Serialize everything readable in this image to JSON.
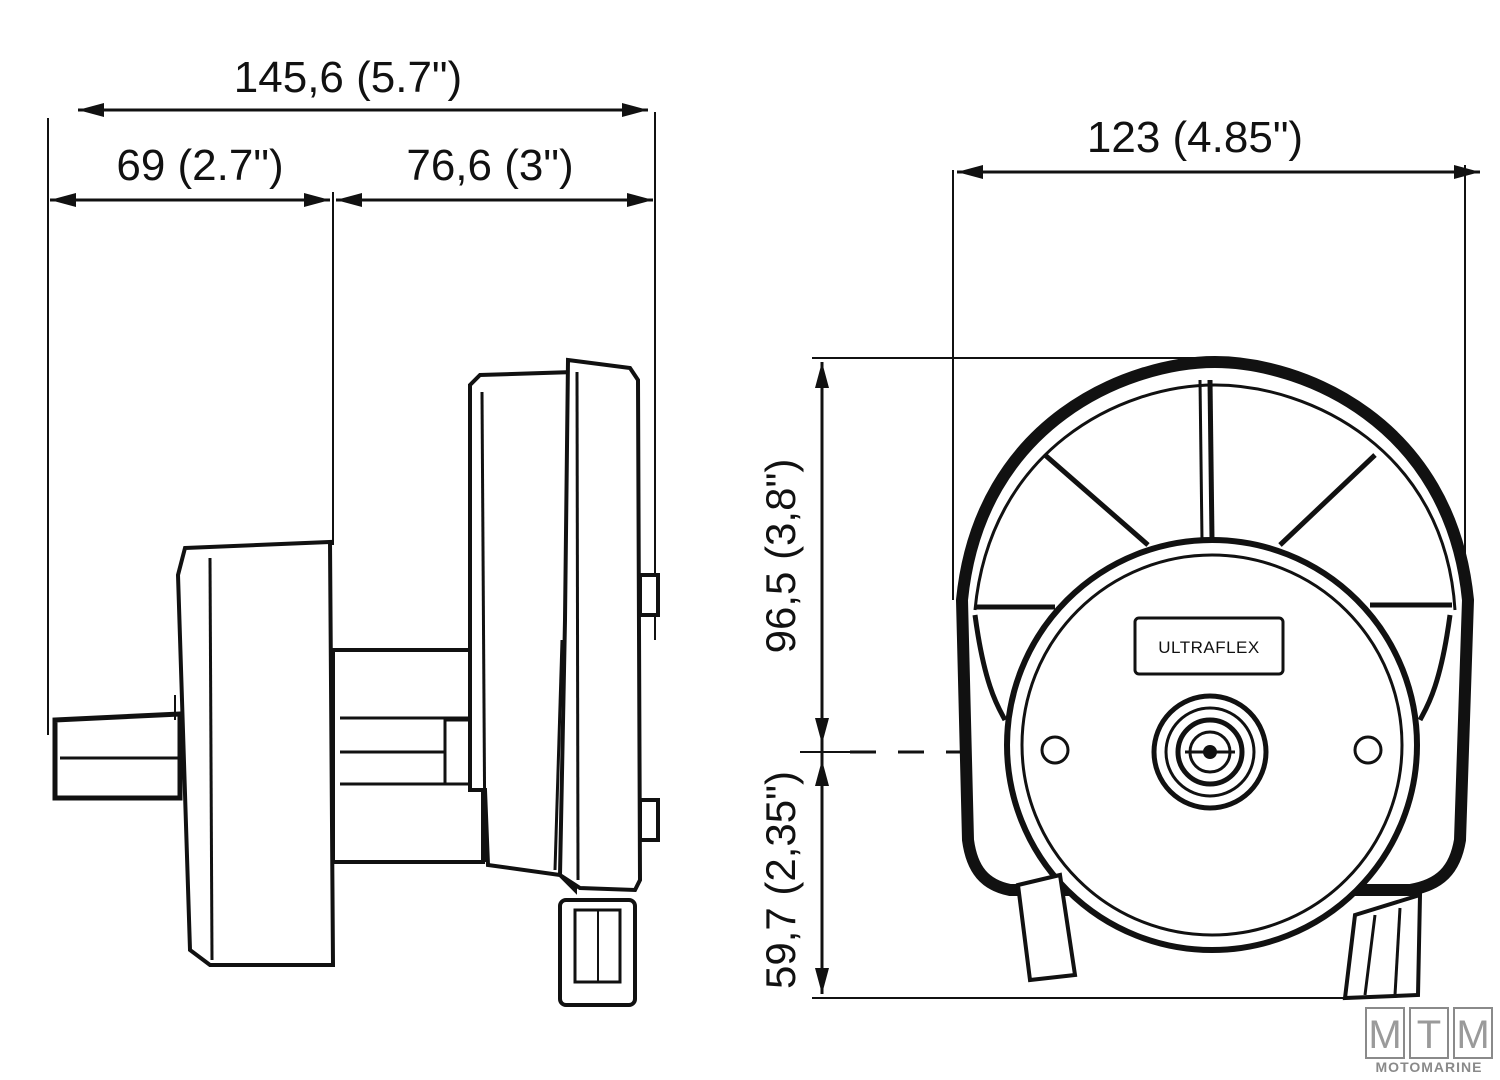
{
  "side_view": {
    "overall_width_label": "145,6 (5.7\")",
    "left_width_label": "69 (2.7\")",
    "right_width_label": "76,6 (3\")"
  },
  "front_view": {
    "width_label": "123 (4.85\")",
    "upper_height_label": "96,5 (3,8\")",
    "lower_height_label": "59,7 (2,35\")",
    "brand_plate": "ULTRAFLEX"
  },
  "watermark": {
    "letters": [
      "M",
      "T",
      "M"
    ],
    "caption": "MOTOMARINE"
  }
}
